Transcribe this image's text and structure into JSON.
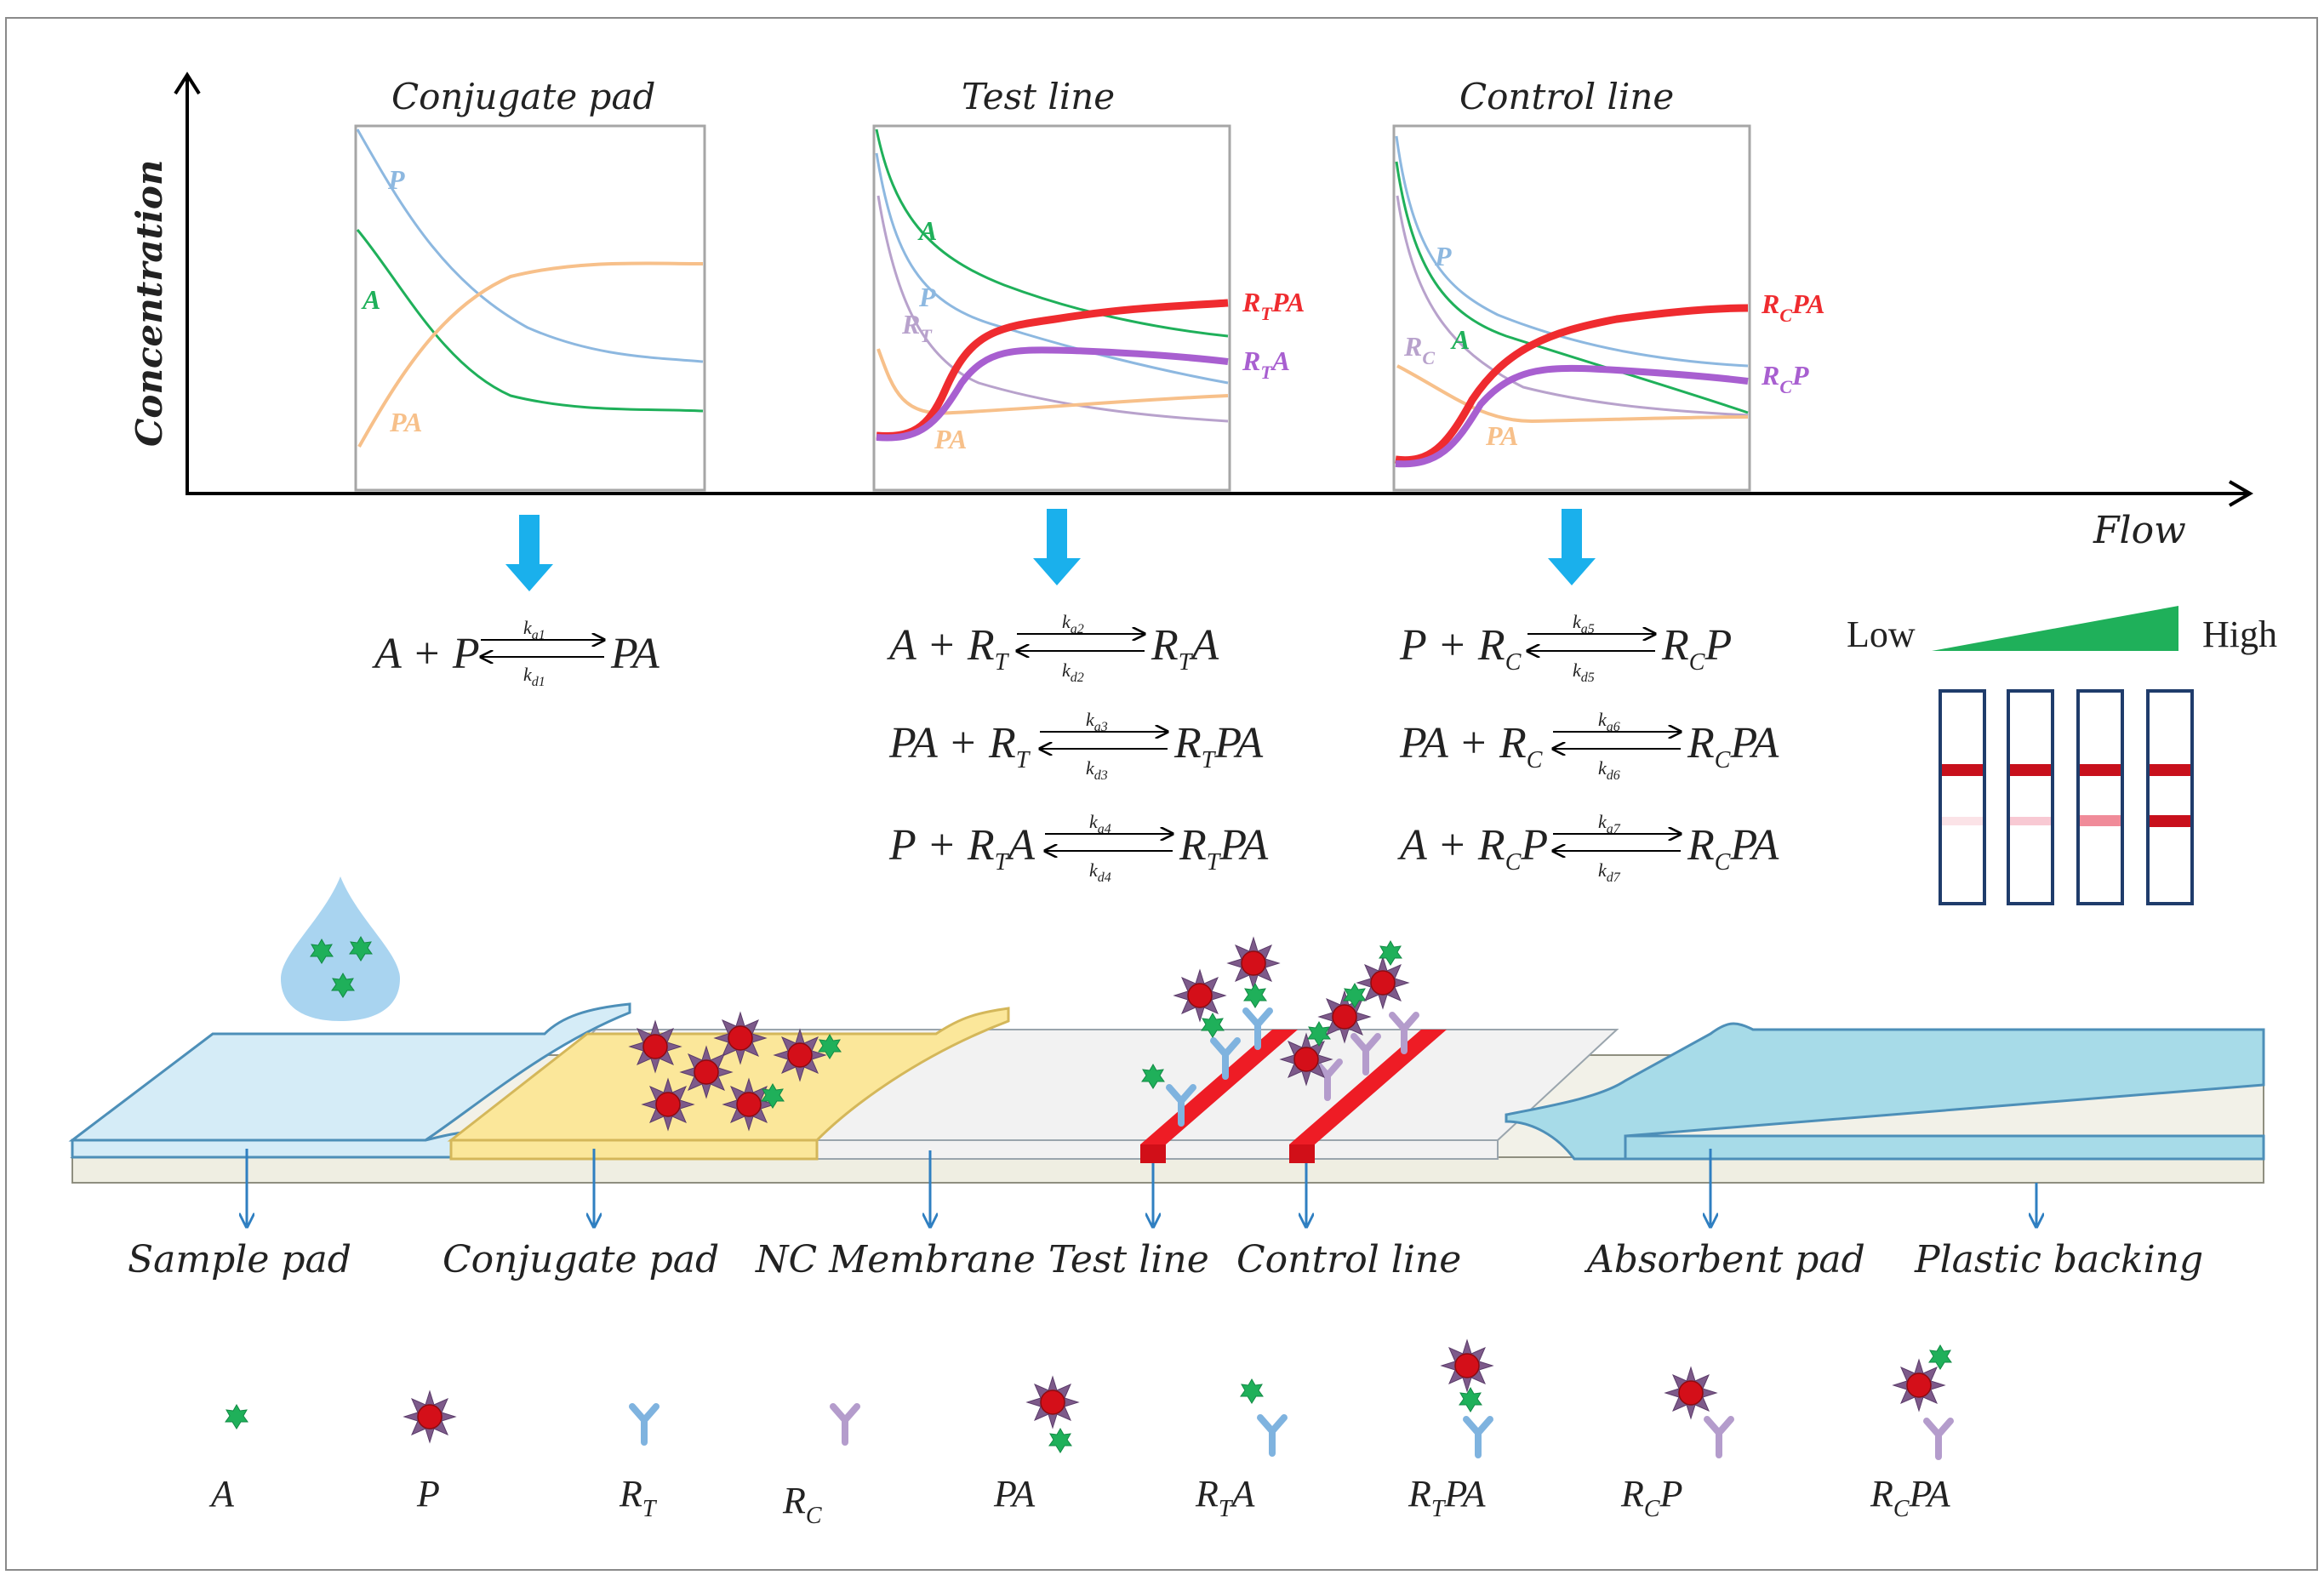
{
  "axes": {
    "y_label": "Concentration",
    "x_label": "Flow"
  },
  "panels": {
    "conjugate": {
      "title": "Conjugate pad",
      "curves": {
        "P": "P",
        "A": "A",
        "PA": "PA"
      }
    },
    "test": {
      "title": "Test line",
      "curves": {
        "A": "A",
        "P": "P",
        "RT": "R",
        "RT_sub": "T",
        "RTPA_main": "R",
        "RTPA_sub": "T",
        "RTPA_tail": "PA",
        "RTA_main": "R",
        "RTA_sub": "T",
        "RTA_tail": "A",
        "PA": "PA"
      }
    },
    "control": {
      "title": "Control line",
      "curves": {
        "P": "P",
        "A": "A",
        "RC": "R",
        "RC_sub": "C",
        "RCPA_main": "R",
        "RCPA_sub": "C",
        "RCPA_tail": "PA",
        "RCP_main": "R",
        "RCP_sub": "C",
        "RCP_tail": "P",
        "PA": "PA"
      }
    }
  },
  "equations": {
    "conjugate": [
      {
        "left": "A + P",
        "right": "PA",
        "kf": "k",
        "kf_sub": "a1",
        "kr": "k",
        "kr_sub": "d1"
      }
    ],
    "test": [
      {
        "left": "A + R",
        "left_sub": "T",
        "right": "R",
        "right_sub": "T",
        "right_tail": "A",
        "kf": "k",
        "kf_sub": "a2",
        "kr": "k",
        "kr_sub": "d2"
      },
      {
        "left": "PA + R",
        "left_sub": "T",
        "right": "R",
        "right_sub": "T",
        "right_tail": "PA",
        "kf": "k",
        "kf_sub": "a3",
        "kr": "k",
        "kr_sub": "d3"
      },
      {
        "left": "P + R",
        "left_sub": "T",
        "left_tail": "A",
        "right": "R",
        "right_sub": "T",
        "right_tail": "PA",
        "kf": "k",
        "kf_sub": "a4",
        "kr": "k",
        "kr_sub": "d4"
      }
    ],
    "control": [
      {
        "left": "P + R",
        "left_sub": "C",
        "right": "R",
        "right_sub": "C",
        "right_tail": "P",
        "kf": "k",
        "kf_sub": "a5",
        "kr": "k",
        "kr_sub": "d5"
      },
      {
        "left": "PA + R",
        "left_sub": "C",
        "right": "R",
        "right_sub": "C",
        "right_tail": "PA",
        "kf": "k",
        "kf_sub": "a6",
        "kr": "k",
        "kr_sub": "d6"
      },
      {
        "left": "A + R",
        "left_sub": "C",
        "left_tail": "P",
        "right": "R",
        "right_sub": "C",
        "right_tail": "PA",
        "kf": "k",
        "kf_sub": "a7",
        "kr": "k",
        "kr_sub": "d7"
      }
    ]
  },
  "intensity": {
    "low": "Low",
    "high": "High"
  },
  "strip_labels": [
    "Sample pad",
    "Conjugate pad",
    "NC Membrane",
    "Test line",
    "Control line",
    "Absorbent pad",
    "Plastic backing"
  ],
  "legend": [
    {
      "main": "A"
    },
    {
      "main": "P"
    },
    {
      "main": "R",
      "sub": "T"
    },
    {
      "main": "R",
      "sub": "C"
    },
    {
      "main": "PA"
    },
    {
      "main": "R",
      "sub": "T",
      "tail": "A"
    },
    {
      "main": "R",
      "sub": "T",
      "tail": "PA"
    },
    {
      "main": "R",
      "sub": "C",
      "tail": "P"
    },
    {
      "main": "R",
      "sub": "C",
      "tail": "PA"
    }
  ],
  "colors": {
    "P": "#8db8e0",
    "A": "#1fb05a",
    "PA": "#f7c08a",
    "RT": "#b8a2cc",
    "RTPA": "#ef2b2f",
    "RTA": "#a85fd0",
    "antigen": "#1fb05a",
    "particle": "#d40f19",
    "antibody_T": "#7fb3df",
    "antibody_C": "#b49ccc",
    "arrow_blue": "#1ab0ec",
    "pad_blue": "#a7dbe8",
    "pad_yellow": "#fbe79a",
    "membrane": "#efefef",
    "line_red": "#ee1c25"
  }
}
